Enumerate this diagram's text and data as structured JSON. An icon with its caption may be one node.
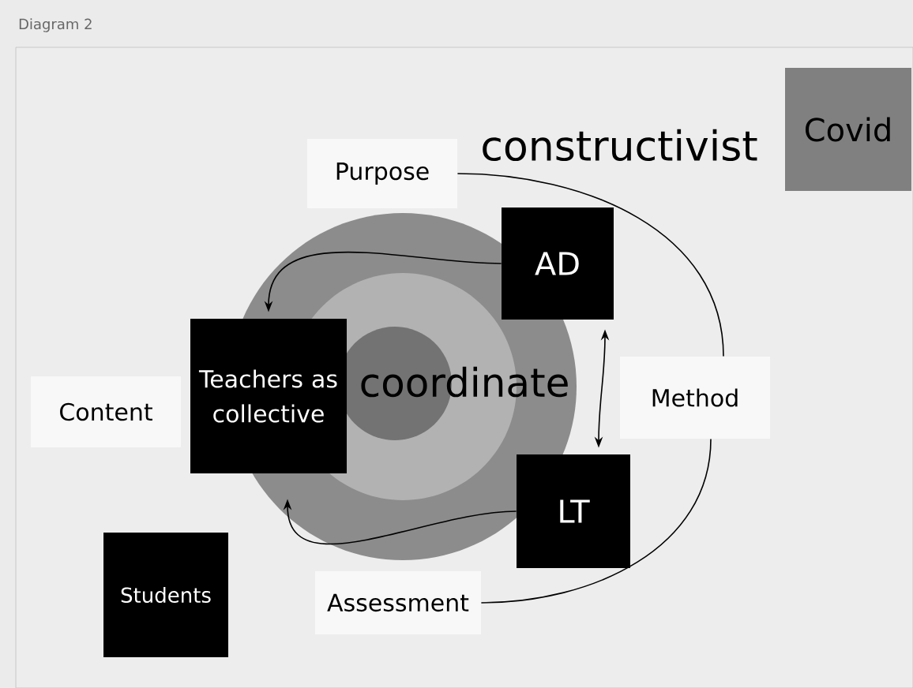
{
  "diagram": {
    "title": "Diagram 2",
    "nodes": [
      {
        "text": [
          "Purpose"
        ]
      },
      {
        "text": [
          "AD"
        ]
      },
      {
        "text": [
          "Teachers as collective"
        ]
      },
      {
        "text": [
          "Content"
        ]
      },
      {
        "text": [
          "Method"
        ]
      },
      {
        "text": [
          "LT"
        ]
      },
      {
        "text": [
          "Students"
        ]
      },
      {
        "text": [
          "Assessment"
        ]
      },
      {
        "text": [
          "Covid"
        ]
      }
    ],
    "edges": [
      {
        "from": 0,
        "to": 4,
        "arrow": "none"
      },
      {
        "from": 4,
        "to": 7,
        "arrow": "none"
      },
      {
        "from": 1,
        "to": 2,
        "arrow": "to"
      },
      {
        "from": 5,
        "to": 2,
        "arrow": "to"
      },
      {
        "from": 1,
        "to": 5,
        "arrow": "both"
      }
    ],
    "labels": [
      "constructivist",
      "coordinate"
    ]
  }
}
